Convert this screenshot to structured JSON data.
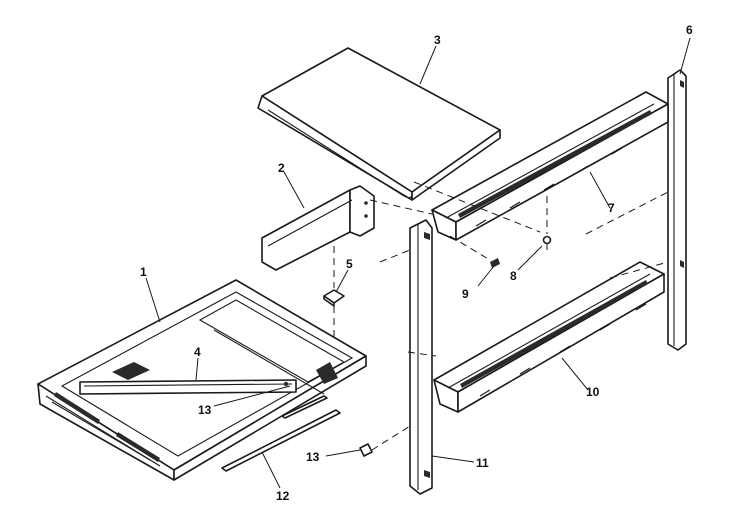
{
  "callouts": {
    "c1": "1",
    "c2": "2",
    "c3": "3",
    "c4": "4",
    "c5": "5",
    "c6": "6",
    "c7": "7",
    "c8": "8",
    "c9": "9",
    "c10": "10",
    "c11": "11",
    "c12": "12",
    "c13a": "13",
    "c13b": "13"
  }
}
